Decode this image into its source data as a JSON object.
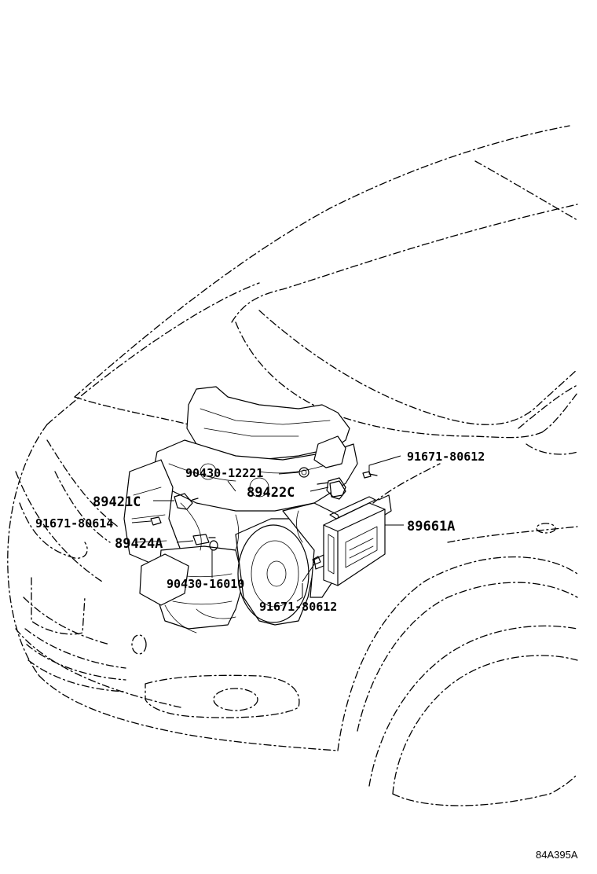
{
  "callouts": {
    "c1": "91671-80612",
    "c2": "90430-12221",
    "c3": "89422C",
    "c4": "89421C",
    "c5": "91671-80614",
    "c6": "89661A",
    "c7": "89424A",
    "c8": "90430-16010",
    "c9": "91671-80612"
  },
  "reference_code": "84A395A"
}
